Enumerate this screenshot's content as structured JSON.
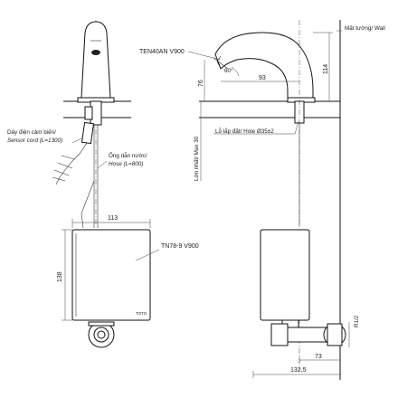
{
  "dimensions": {
    "front_box_width": "113",
    "front_box_height": "138",
    "side_spout_reach": "93",
    "side_height_76": "76",
    "side_height_114": "114",
    "max_thickness": "Lớn nhất/ Max 30",
    "side_bottom_73": "73",
    "side_bottom_132_5": "132,5",
    "thread": "R1/2",
    "spout_angle": "60°"
  },
  "labels": {
    "faucet_model": "TEN40AN V900",
    "controller_model": "TN78-9 V900",
    "wall": "Mặt tường/ Wall",
    "hole": "Lỗ lắp đặt/ Hole Ø35±2",
    "sensor_line1": "Dây điện cảm biến/",
    "sensor_line2": "Sensor cord (L=1300)",
    "hose_line1": "Ống dẫn nước/",
    "hose_line2": "Hose (L=800)",
    "brand": "TOTO"
  }
}
